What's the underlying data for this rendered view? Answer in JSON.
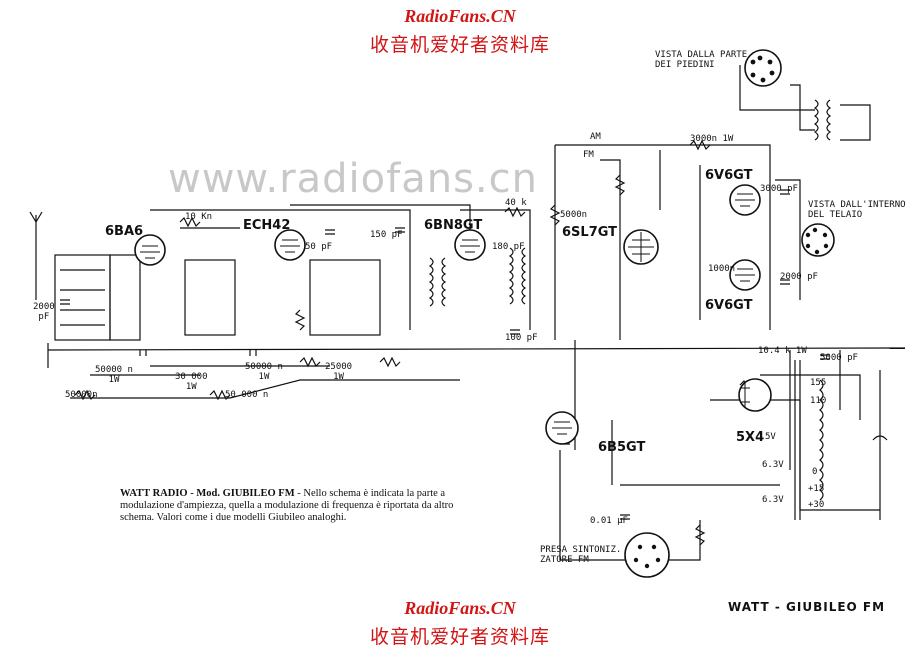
{
  "header": {
    "site": "RadioFans.CN",
    "site_cn": "收音机爱好者资料库"
  },
  "watermark": "www.radiofans.cn",
  "tubes": {
    "t1": "6BA6",
    "t2": "ECH42",
    "t3": "6BN8GT",
    "t4": "6SL7GT",
    "t5": "6V6GT",
    "t6": "6V6GT",
    "t7": "5X4",
    "t8": "6B5GT"
  },
  "labels": {
    "base_view": "VISTA DALLA PARTE\nDEI PIEDINI",
    "chassis_view": "VISTA DALL'INTERNO\nDEL TELAIO",
    "am": "AM",
    "fm": "FM",
    "presa": "PRESA SINTONIZ.\nZATORE FM",
    "r_10k": "10 Kn",
    "r_40k": "40 k",
    "r_5000": "5000n",
    "r_3000": "3000n 1W",
    "r_1000": "1000n",
    "r_50000a": "50000 n\n1W",
    "r_30000": "30 000\n1W",
    "r_50000b": "50000n",
    "r_50000c": "50000 n\n1W",
    "r_25000": "25000\n1W",
    "r_50000d": "50 000 n",
    "r_10k_bot": "10.4 k 1W",
    "c_2000": "2000\npF",
    "c_2000b": "2000 pF",
    "c_3000": "3000 pF",
    "c_5000": "5000 pF",
    "c_50pf": "50 pF",
    "c_150pf": "150 pF",
    "c_180pf": "180 pF",
    "c_100pf": "100 pF",
    "c_001": "0.01 µF",
    "v_63": "6.3V",
    "v_5": "5V",
    "tap_155": "155",
    "tap_110": "110",
    "tap_0": "0",
    "tap_15": "+15",
    "tap_30": "+30",
    "tap_63b": "6.3V"
  },
  "caption": {
    "lead": "WATT RADIO - Mod. GIUBILEO FM",
    "body": " - Nello schema è indicata la parte a modulazione d'ampiezza, quella a modulazione di frequenza è riportata da altro schema. Valori come i due modelli Giubileo analoghi."
  },
  "footer_title": "WATT - GIUBILEO FM"
}
